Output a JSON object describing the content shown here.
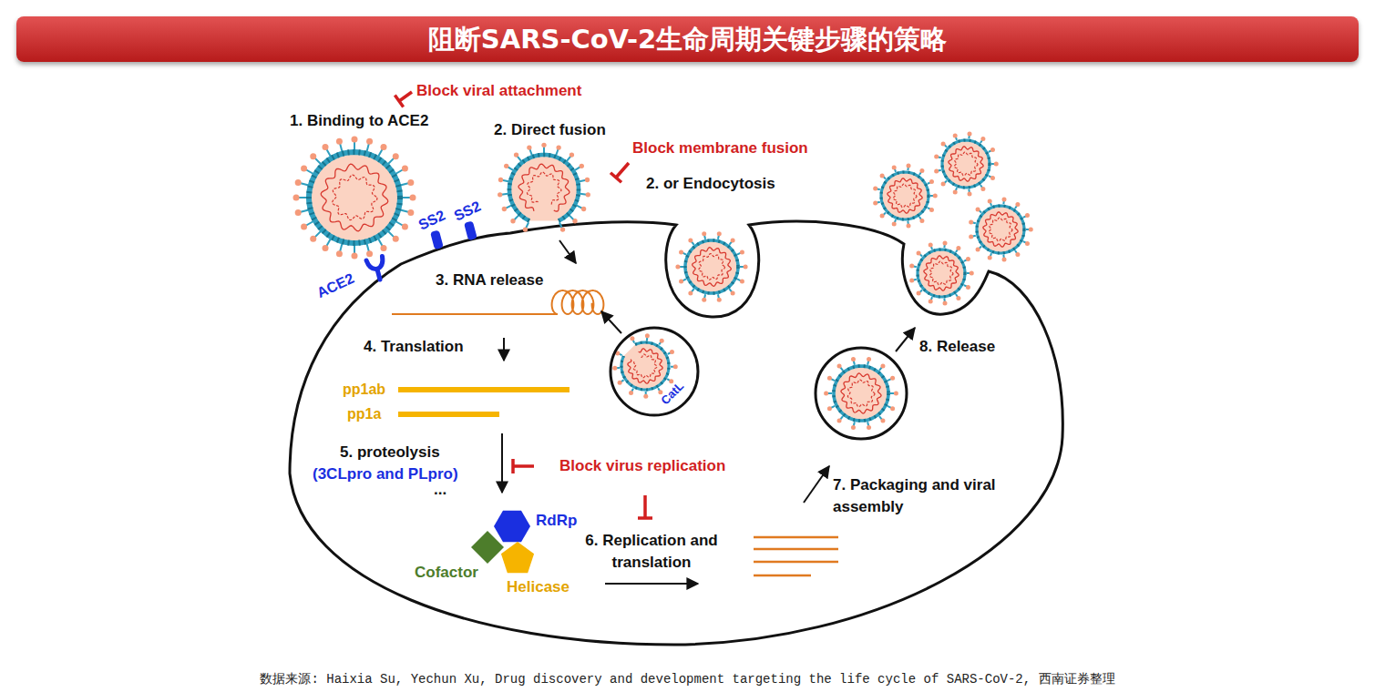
{
  "diagram": {
    "title": "阻断SARS-CoV-2生命周期关键步骤的策略",
    "caption": "数据来源: Haixia Su, Yechun Xu, Drug discovery and development targeting the life cycle of SARS-CoV-2, 西南证券整理",
    "nodes": [
      {
        "text": [
          "ACE2"
        ]
      },
      {
        "text": [
          "SS2"
        ]
      },
      {
        "text": [
          "SS2"
        ]
      },
      {
        "text": [
          "CatL"
        ]
      },
      {
        "text": [
          "pp1ab"
        ]
      },
      {
        "text": [
          "pp1a"
        ]
      },
      {
        "text": [
          "RdRp"
        ]
      },
      {
        "text": [
          "Cofactor"
        ]
      },
      {
        "text": [
          "Helicase"
        ]
      }
    ],
    "labels": [
      "Block viral attachment",
      "1. Binding to ACE2",
      "2. Direct fusion",
      "Block membrane fusion",
      "2. or Endocytosis",
      "3. RNA release",
      "4. Translation",
      "5. proteolysis",
      "(3CLpro and PLpro)",
      "...",
      "Block virus replication",
      "6. Replication and translation",
      "7. Packaging and viral assembly",
      "8. Release"
    ]
  }
}
